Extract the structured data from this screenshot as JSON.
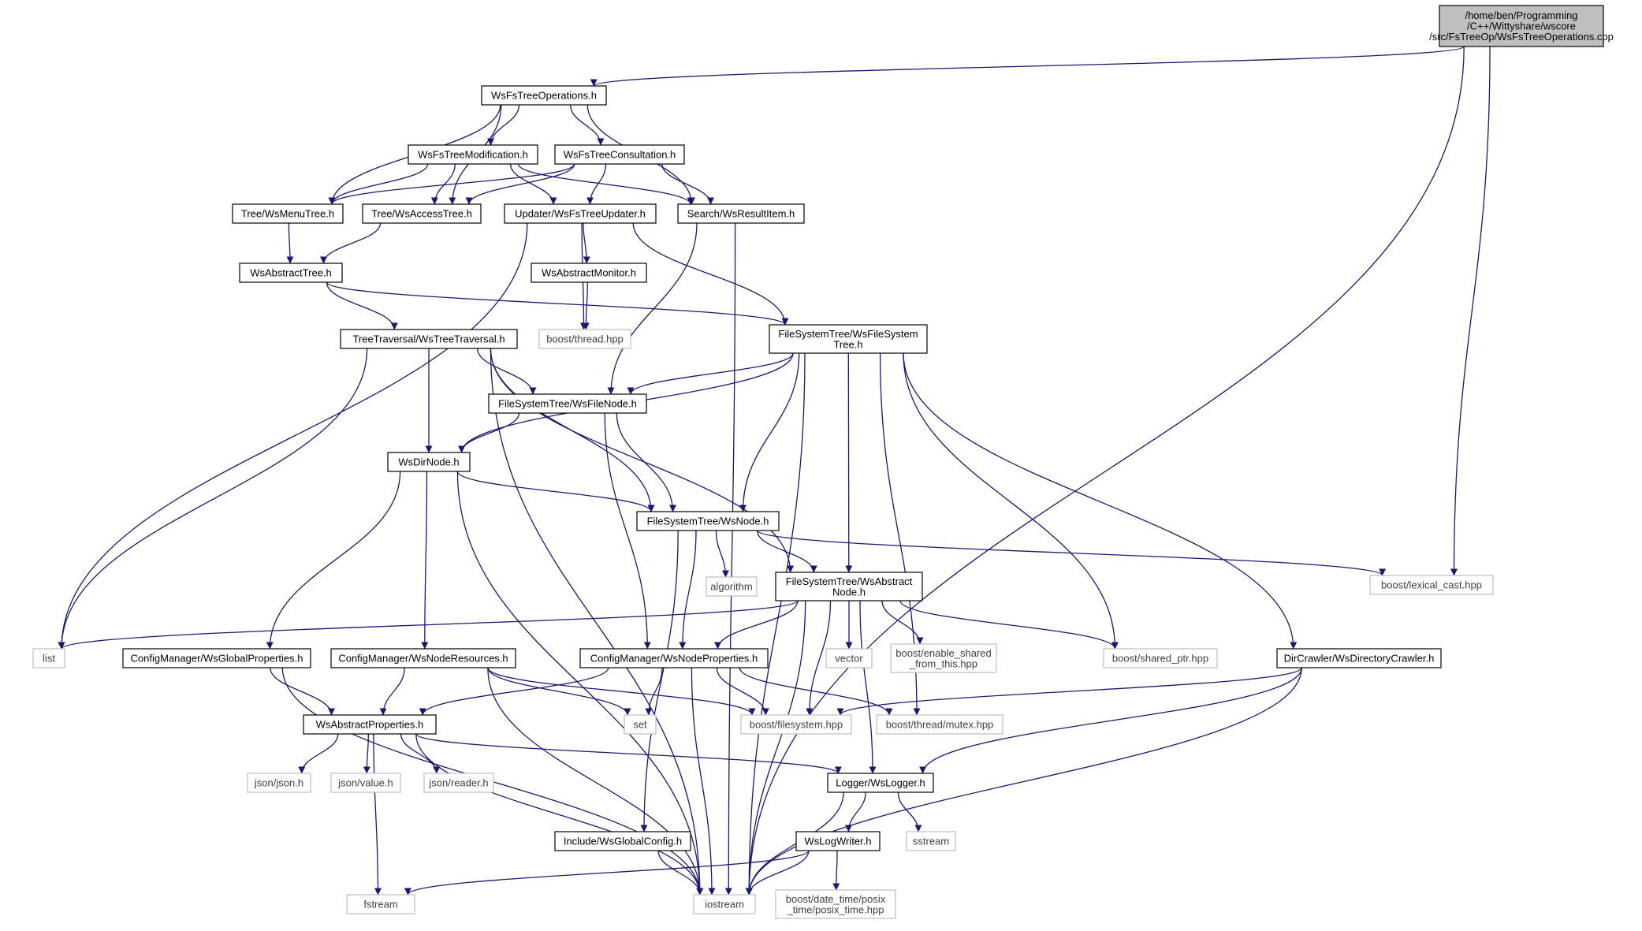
{
  "nodes": [
    {
      "id": "root",
      "lines": [
        "/home/ben/Programming",
        "/C++/Wittyshare/wscore",
        "/src/FsTreeOp/WsFsTreeOperations.cpp"
      ],
      "style": "root"
    },
    {
      "id": "fsops",
      "lines": [
        "WsFsTreeOperations.h"
      ],
      "style": "local"
    },
    {
      "id": "fsmod",
      "lines": [
        "WsFsTreeModification.h"
      ],
      "style": "local"
    },
    {
      "id": "fscons",
      "lines": [
        "WsFsTreeConsultation.h"
      ],
      "style": "local"
    },
    {
      "id": "menutree",
      "lines": [
        "Tree/WsMenuTree.h"
      ],
      "style": "local"
    },
    {
      "id": "accesstree",
      "lines": [
        "Tree/WsAccessTree.h"
      ],
      "style": "local"
    },
    {
      "id": "updater",
      "lines": [
        "Updater/WsFsTreeUpdater.h"
      ],
      "style": "local"
    },
    {
      "id": "resultitem",
      "lines": [
        "Search/WsResultItem.h"
      ],
      "style": "local"
    },
    {
      "id": "abstracttree",
      "lines": [
        "WsAbstractTree.h"
      ],
      "style": "local"
    },
    {
      "id": "absmonitor",
      "lines": [
        "WsAbstractMonitor.h"
      ],
      "style": "local"
    },
    {
      "id": "traversal",
      "lines": [
        "TreeTraversal/WsTreeTraversal.h"
      ],
      "style": "local"
    },
    {
      "id": "boostthread",
      "lines": [
        "boost/thread.hpp"
      ],
      "style": "system"
    },
    {
      "id": "fstree",
      "lines": [
        "FileSystemTree/WsFileSystem",
        "Tree.h"
      ],
      "style": "local"
    },
    {
      "id": "filenode",
      "lines": [
        "FileSystemTree/WsFileNode.h"
      ],
      "style": "local"
    },
    {
      "id": "dirnode",
      "lines": [
        "WsDirNode.h"
      ],
      "style": "local"
    },
    {
      "id": "wsnode",
      "lines": [
        "FileSystemTree/WsNode.h"
      ],
      "style": "local"
    },
    {
      "id": "algorithm",
      "lines": [
        "algorithm"
      ],
      "style": "system"
    },
    {
      "id": "absnode",
      "lines": [
        "FileSystemTree/WsAbstract",
        "Node.h"
      ],
      "style": "local"
    },
    {
      "id": "lexical",
      "lines": [
        "boost/lexical_cast.hpp"
      ],
      "style": "system"
    },
    {
      "id": "list",
      "lines": [
        "list"
      ],
      "style": "system"
    },
    {
      "id": "globalprops",
      "lines": [
        "ConfigManager/WsGlobalProperties.h"
      ],
      "style": "local"
    },
    {
      "id": "noderes",
      "lines": [
        "ConfigManager/WsNodeResources.h"
      ],
      "style": "local"
    },
    {
      "id": "nodeprops",
      "lines": [
        "ConfigManager/WsNodeProperties.h"
      ],
      "style": "local"
    },
    {
      "id": "vector",
      "lines": [
        "vector"
      ],
      "style": "system"
    },
    {
      "id": "enableshared",
      "lines": [
        "boost/enable_shared",
        "_from_this.hpp"
      ],
      "style": "system"
    },
    {
      "id": "sharedptr",
      "lines": [
        "boost/shared_ptr.hpp"
      ],
      "style": "system"
    },
    {
      "id": "dircrawler",
      "lines": [
        "DirCrawler/WsDirectoryCrawler.h"
      ],
      "style": "local"
    },
    {
      "id": "absprops",
      "lines": [
        "WsAbstractProperties.h"
      ],
      "style": "local"
    },
    {
      "id": "set",
      "lines": [
        "set"
      ],
      "style": "system"
    },
    {
      "id": "bfilesystem",
      "lines": [
        "boost/filesystem.hpp"
      ],
      "style": "system"
    },
    {
      "id": "bmutex",
      "lines": [
        "boost/thread/mutex.hpp"
      ],
      "style": "system"
    },
    {
      "id": "jsonjson",
      "lines": [
        "json/json.h"
      ],
      "style": "system"
    },
    {
      "id": "jsonvalue",
      "lines": [
        "json/value.h"
      ],
      "style": "system"
    },
    {
      "id": "jsonreader",
      "lines": [
        "json/reader.h"
      ],
      "style": "system"
    },
    {
      "id": "logger",
      "lines": [
        "Logger/WsLogger.h"
      ],
      "style": "local"
    },
    {
      "id": "sstream",
      "lines": [
        "sstream"
      ],
      "style": "system"
    },
    {
      "id": "globalconfig",
      "lines": [
        "Include/WsGlobalConfig.h"
      ],
      "style": "local"
    },
    {
      "id": "logwriter",
      "lines": [
        "WsLogWriter.h"
      ],
      "style": "local"
    },
    {
      "id": "fstream",
      "lines": [
        "fstream"
      ],
      "style": "system"
    },
    {
      "id": "iostream",
      "lines": [
        "iostream"
      ],
      "style": "system"
    },
    {
      "id": "posixtime",
      "lines": [
        "boost/date_time/posix",
        "_time/posix_time.hpp"
      ],
      "style": "system"
    }
  ],
  "colors": {
    "edge": "#191970",
    "local_border": "#000000",
    "system_border": "#bfbfbf",
    "root_fill": "#bfbfbf",
    "node_fill": "#ffffff",
    "local_text": "#000000",
    "system_text": "#404040"
  }
}
